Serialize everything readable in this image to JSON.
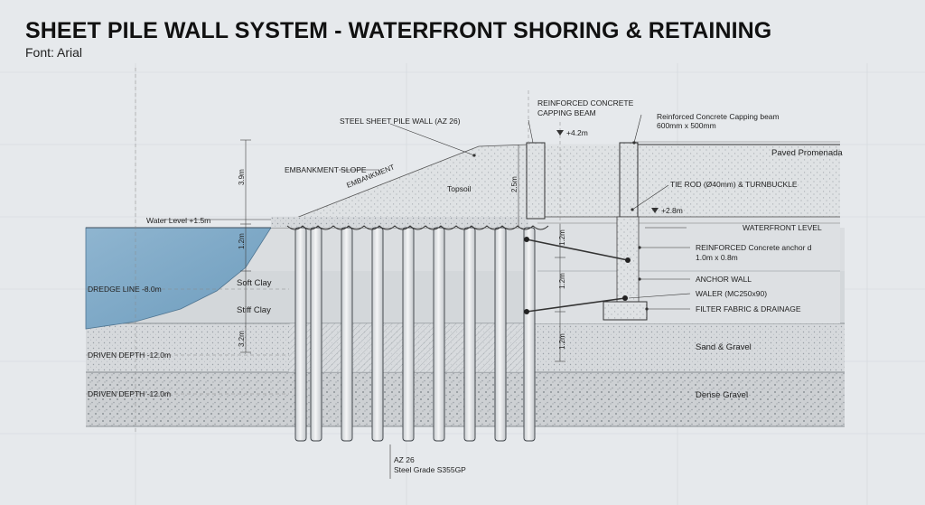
{
  "title": "SHEET PILE WALL SYSTEM - WATERFRONT SHORING & RETAINING",
  "subtitle": "Font: Arial",
  "callouts": {
    "capping_beam_top": "REINFORCED CONCRETE",
    "capping_beam_bottom": "CAPPING BEAM",
    "sheet_pile": "STEEL SHEET PILE WALL (AZ 26)",
    "embankment": "EMBANKMENT SLOPE",
    "embankment_tag": "EMBANKMENT",
    "topsoil": "Topsoil",
    "capping_beam2": "Reinforced Concrete Capping beam",
    "capping_beam2_size": "600mm x 500mm",
    "promenade": "Paved Promenada",
    "tie_rod": "TIE ROD (Ø40mm) & TURNBUCKLE",
    "waterfront_level": "WATERFRONT LEVEL",
    "anchor_top": "REINFORCED Concrete anchor d",
    "anchor_size": "1.0m x 0.8m",
    "anchor_wall": "ANCHOR WALL",
    "waler": "WALER (MC250x90)",
    "filter": "FILTER FABRIC & DRAINAGE",
    "sand_gravel": "Sand & Gravel",
    "dense_gravel": "Dense Gravel",
    "water_level": "Water Level +1.5m",
    "dredge_line": "DREDGE LINE -8.0m",
    "soft_clay": "Soft Clay",
    "stiff_clay": "Stiff Clay",
    "driven_depth_1": "DRIVEN DEPTH -12.0m",
    "driven_depth_2": "DRIVEN DEPTH -12.0m",
    "pile_type": "AZ 26",
    "steel_grade": "Steel Grade S355GP"
  },
  "levels": {
    "top": "+4.2m",
    "ground": "+2.8m"
  },
  "dims": {
    "d1": "3.9m",
    "d2": "1.2m",
    "d3": "3.2m",
    "d4": "2.5m",
    "d5": "1.2m",
    "d6": "1.2m",
    "d7": "1.2m"
  },
  "colors": {
    "water": "#7fa9c6",
    "soil": "#d7dadd",
    "pile": "#eef0f1",
    "line": "#2a2a2a",
    "background": "#e6e9ec"
  }
}
